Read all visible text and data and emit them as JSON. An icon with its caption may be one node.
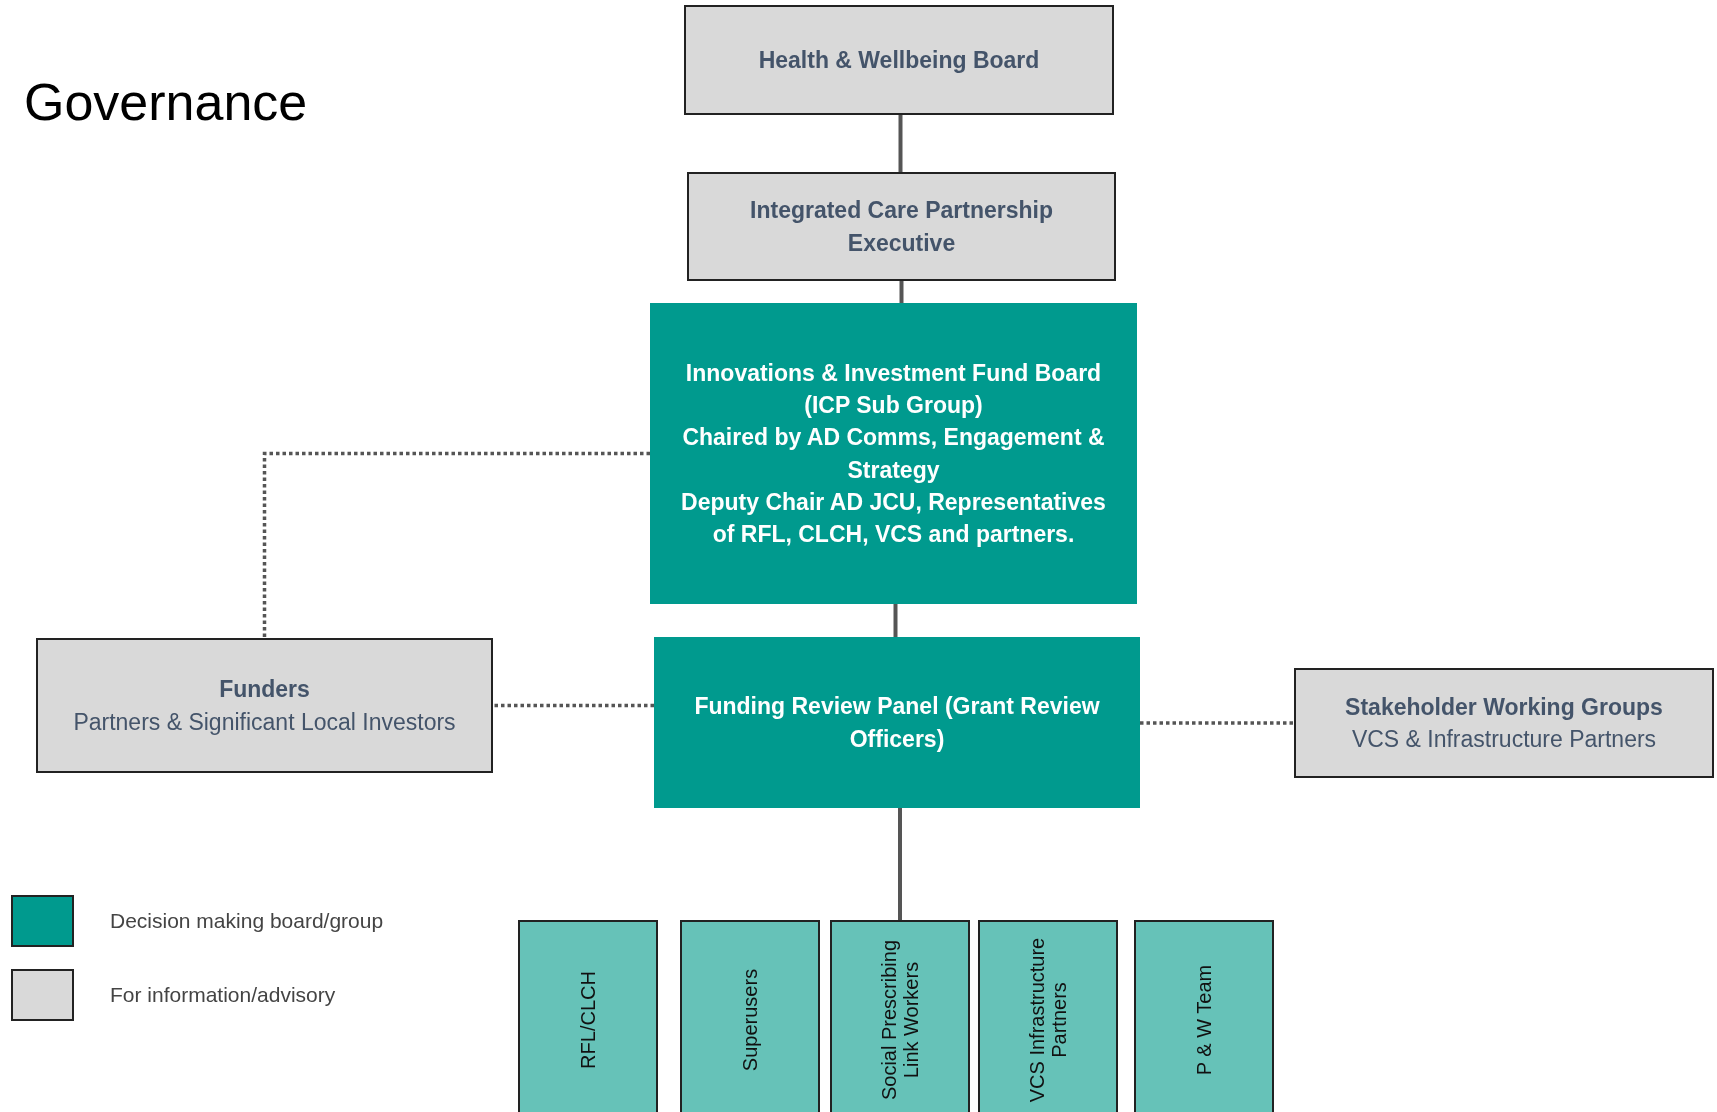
{
  "diagram": {
    "title": "Governance",
    "nodes": [
      {
        "text": [
          "Health & Wellbeing Board"
        ]
      },
      {
        "text": [
          "Integrated Care Partnership Executive"
        ]
      },
      {
        "text": [
          "Innovations & Investment Fund Board (ICP Sub Group)",
          "Chaired by AD Comms, Engagement & Strategy",
          "Deputy Chair AD JCU, Representatives of  RFL, CLCH, VCS and partners."
        ]
      },
      {
        "text": [
          "Funders",
          "Partners & Significant Local Investors"
        ]
      },
      {
        "text": [
          "Funding Review Panel (Grant Review Officers)"
        ]
      },
      {
        "text": [
          "Stakeholder Working Groups",
          "VCS & Infrastructure Partners"
        ]
      },
      {
        "text": [
          "RFL/CLCH"
        ]
      },
      {
        "text": [
          "Superusers"
        ]
      },
      {
        "text": [
          "Social Prescribing Link Workers"
        ]
      },
      {
        "text": [
          "VCS Infrastructure Partners"
        ]
      },
      {
        "text": [
          "P & W Team"
        ]
      }
    ],
    "edges": [
      {
        "from": 0,
        "to": 1,
        "arrow": "none"
      },
      {
        "from": 1,
        "to": 2,
        "arrow": "none"
      },
      {
        "from": 2,
        "to": 4,
        "arrow": "none"
      },
      {
        "from": 2,
        "to": 3,
        "arrow": "none",
        "style": "dashed"
      },
      {
        "from": 4,
        "to": 3,
        "arrow": "none",
        "style": "dashed"
      },
      {
        "from": 4,
        "to": 5,
        "arrow": "none",
        "style": "dashed"
      },
      {
        "from": 4,
        "to": 8,
        "arrow": "none"
      }
    ],
    "legend": [
      {
        "text": "Decision making board/group",
        "color": "#009a8e"
      },
      {
        "text": "For information/advisory",
        "color": "#d9d9d9"
      }
    ]
  }
}
